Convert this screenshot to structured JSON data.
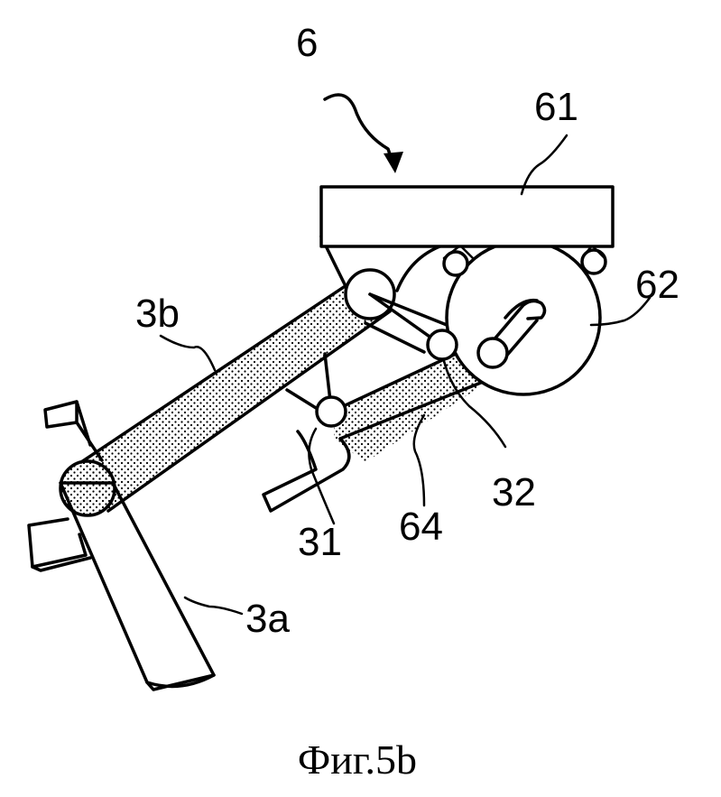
{
  "labels": {
    "assembly": "6",
    "housing": "61",
    "wheel": "62",
    "upper_link": "3b",
    "lower_arm": "3a",
    "pin_lower": "31",
    "pin_upper": "32",
    "slot_lever": "64"
  },
  "caption": "Фиг.5b"
}
